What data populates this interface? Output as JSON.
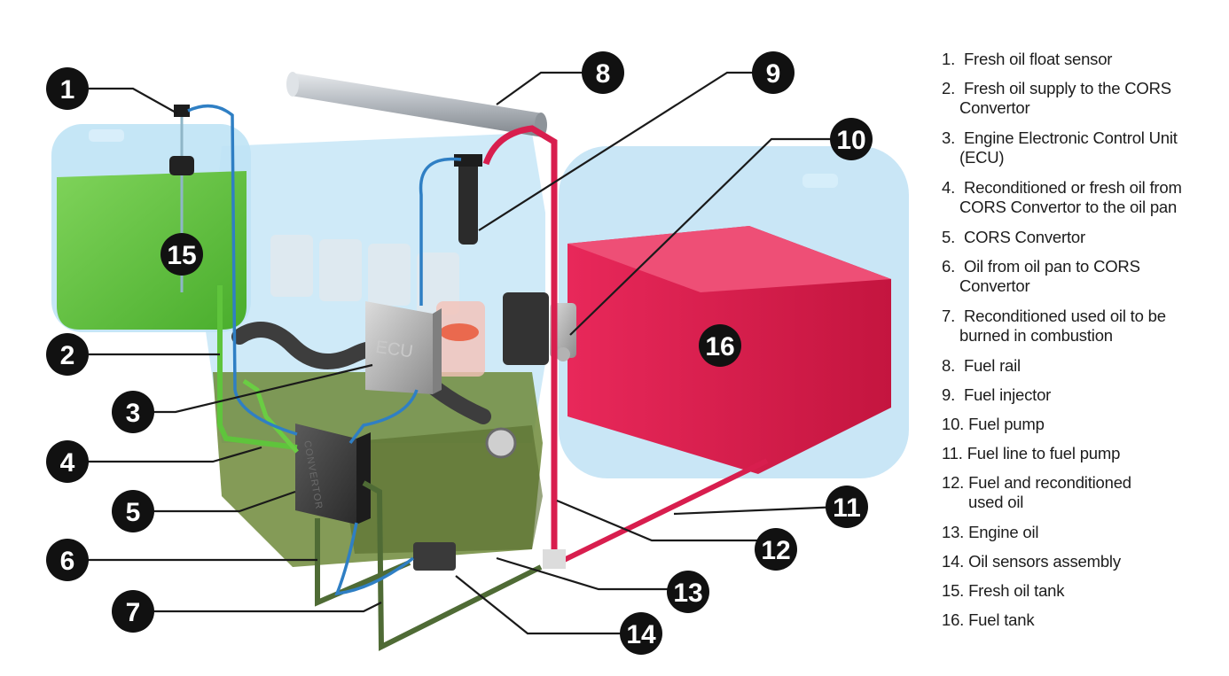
{
  "markers": [
    "1",
    "2",
    "3",
    "4",
    "5",
    "6",
    "7",
    "8",
    "9",
    "10",
    "11",
    "12",
    "13",
    "14",
    "15",
    "16"
  ],
  "ecu_label": "ECU",
  "convertor_label": "CONVERTOR",
  "legend": [
    {
      "num": "1.",
      "lines": [
        "Fresh oil float sensor"
      ]
    },
    {
      "num": "2.",
      "lines": [
        "Fresh oil supply to the CORS",
        "Convertor"
      ]
    },
    {
      "num": "3.",
      "lines": [
        "Engine Electronic Control Unit",
        "(ECU)"
      ]
    },
    {
      "num": "4.",
      "lines": [
        "Reconditioned or fresh oil from",
        "CORS Convertor to the oil pan"
      ]
    },
    {
      "num": "5.",
      "lines": [
        "CORS Convertor"
      ]
    },
    {
      "num": "6.",
      "lines": [
        "Oil from oil pan to CORS",
        "Convertor"
      ]
    },
    {
      "num": "7.",
      "lines": [
        "Reconditioned used oil to be",
        "burned in combustion"
      ]
    },
    {
      "num": "8.",
      "lines": [
        "Fuel rail"
      ]
    },
    {
      "num": "9.",
      "lines": [
        "Fuel injector"
      ]
    },
    {
      "num": "10.",
      "lines": [
        "Fuel pump"
      ]
    },
    {
      "num": "11.",
      "lines": [
        "Fuel line to fuel pump"
      ]
    },
    {
      "num": "12.",
      "lines": [
        "Fuel and reconditioned",
        "used oil"
      ]
    },
    {
      "num": "13.",
      "lines": [
        "Engine oil"
      ]
    },
    {
      "num": "14.",
      "lines": [
        "Oil sensors assembly"
      ]
    },
    {
      "num": "15.",
      "lines": [
        "Fresh oil tank"
      ]
    },
    {
      "num": "16.",
      "lines": [
        "Fuel tank"
      ]
    }
  ],
  "colors": {
    "fresh_oil": "#5fc43c",
    "fuel": "#d81e4e",
    "engine_glass": "#bfe3f5",
    "marker_fill": "#111111",
    "oil_line_dark": "#4f6b35",
    "sensor_wire": "#2f7fc4"
  }
}
